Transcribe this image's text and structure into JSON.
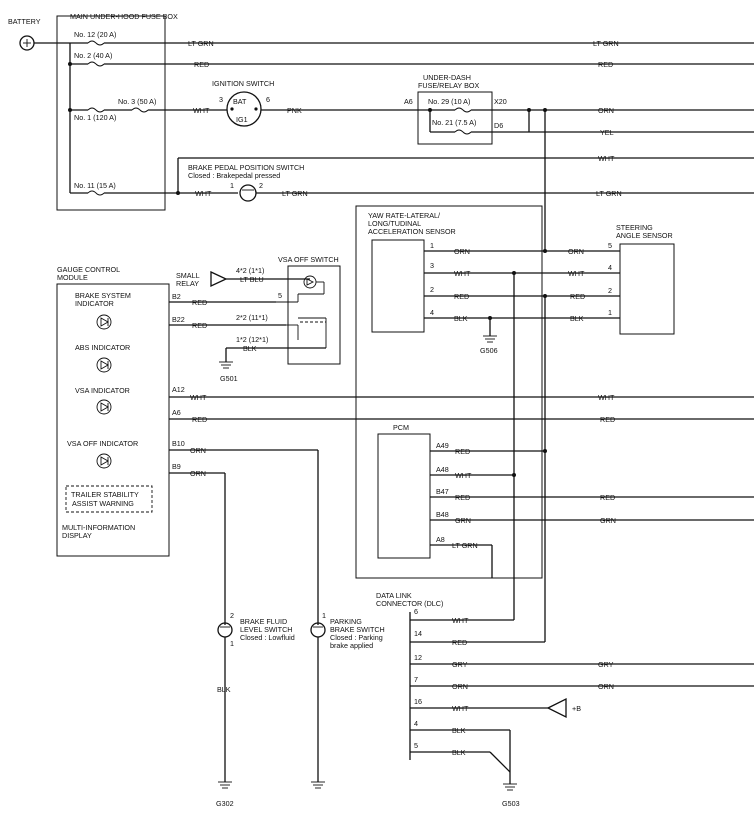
{
  "labels": {
    "battery": "BATTERY",
    "fuse_box": "MAIN UNDER-HOOD FUSE BOX",
    "fuse_12": "No. 12 (20 A)",
    "fuse_2": "No. 2 (40 A)",
    "fuse_3": "No. 3 (50 A)",
    "fuse_1": "No. 1 (120 A)",
    "fuse_11": "No. 11 (15 A)",
    "ign_switch": "IGNITION SWITCH",
    "ign_bat": "BAT",
    "ign_ig1": "IG1",
    "ign_pin3": "3",
    "ign_pin6": "6",
    "underdash_1": "UNDER-DASH",
    "underdash_2": "FUSE/RELAY BOX",
    "fuse_29": "No. 29 (10 A)",
    "fuse_21": "No. 21 (7.5 A)",
    "pin_a6": "A6",
    "pin_x20": "X20",
    "pin_d6": "D6",
    "bpp_switch": "BRAKE PEDAL POSITION SWITCH",
    "bpp_closed": "Closed : Brakepedal pressed",
    "bpp_pin1": "1",
    "bpp_pin2": "2",
    "yaw_1": "YAW RATE-LATERAL/",
    "yaw_2": "LONG/TUDINAL",
    "yaw_3": "ACCELERATION SENSOR",
    "steer_1": "STEERING",
    "steer_2": "ANGLE SENSOR",
    "gauge_1": "GAUGE CONTROL",
    "gauge_2": "MODULE",
    "small_relay_1": "SMALL",
    "small_relay_2": "RELAY",
    "vsa_off_switch": "VSA OFF SWITCH",
    "vsa_pin_a": "4*2 (1*1)",
    "vsa_pin_b": "5",
    "vsa_pin_c": "2*2 (11*1)",
    "vsa_pin_d": "1*2 (12*1)",
    "brake_sys_1": "BRAKE SYSTEM",
    "brake_sys_2": "INDICATOR",
    "abs_ind": "ABS INDICATOR",
    "vsa_ind": "VSA INDICATOR",
    "vsa_off_ind": "VSA OFF INDICATOR",
    "trailer_1": "TRAILER STABILITY",
    "trailer_2": "ASSIST WARNING",
    "mid_1": "MULTI-INFORMATION",
    "mid_2": "DISPLAY",
    "pin_b2": "B2",
    "pin_b22": "B22",
    "pin_a12": "A12",
    "pin_a6g": "A6",
    "pin_b10": "B10",
    "pin_b9": "B9",
    "pcm": "PCM",
    "pin_a49": "A49",
    "pin_a48": "A48",
    "pin_b47": "B47",
    "pin_b48": "B48",
    "pin_a8": "A8",
    "dlc_1": "DATA LINK",
    "dlc_2": "CONNECTOR (DLC)",
    "bfl_1": "BRAKE FLUID",
    "bfl_2": "LEVEL SWITCH",
    "bfl_3": "Closed : Lowfluid",
    "pb_1": "PARKING",
    "pb_2": "BRAKE SWITCH",
    "pb_3": "Closed : Parking",
    "pb_4": "brake applied",
    "g501": "G501",
    "g506": "G506",
    "g302": "G302",
    "g503": "G503",
    "plus_b": "+B",
    "p2": "2",
    "p1": "1",
    "p3": "3",
    "p4": "4",
    "p5": "5",
    "p6": "6",
    "p7": "7",
    "p12": "12",
    "p14": "14",
    "p16": "16"
  },
  "wires": {
    "lt_grn": "LT GRN",
    "red": "RED",
    "wht": "WHT",
    "pnk": "PNK",
    "orn": "ORN",
    "yel": "YEL",
    "blk": "BLK",
    "lt_blu": "LT BLU",
    "grn": "GRN",
    "gry": "GRY"
  },
  "colors": {
    "line": "#111111",
    "background": "#ffffff"
  }
}
